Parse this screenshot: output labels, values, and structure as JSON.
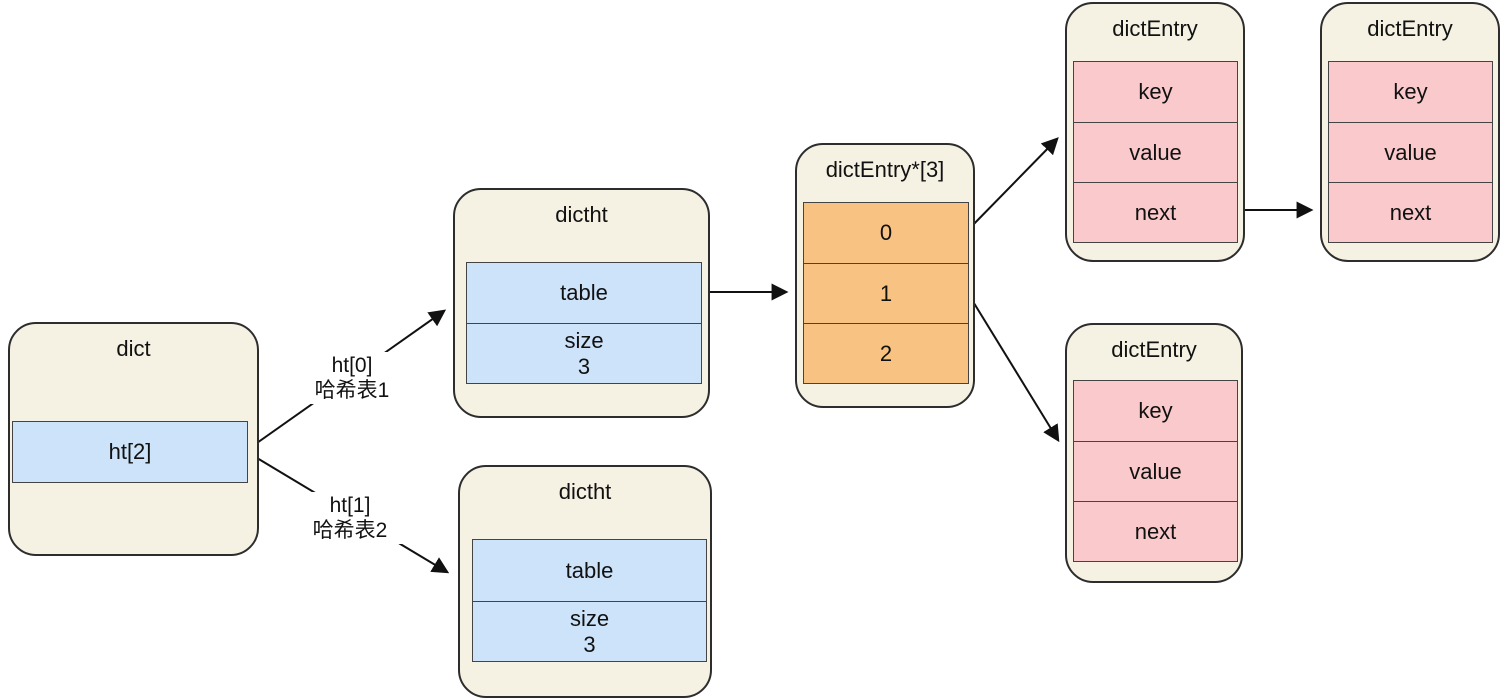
{
  "diagram": {
    "background": "#ffffff",
    "colors": {
      "node_fill": "#f5f1e3",
      "node_stroke": "#2d2d2d",
      "blue_fill": "#cde3fa",
      "orange_fill": "#f8c283",
      "pink_fill": "#f9c9cc",
      "cell_stroke": "#444444",
      "arrow": "#111111",
      "text": "#111111"
    },
    "nodes": {
      "dict": {
        "title": "dict",
        "field": "ht[2]"
      },
      "dictht_top": {
        "title": "dictht",
        "table_label": "table",
        "size_label": "size",
        "size_value": "3"
      },
      "dictht_bottom": {
        "title": "dictht",
        "table_label": "table",
        "size_label": "size",
        "size_value": "3"
      },
      "bucket_array": {
        "title": "dictEntry*[3]",
        "slots": [
          "0",
          "1",
          "2"
        ]
      },
      "entry_top_first": {
        "title": "dictEntry",
        "fields": [
          "key",
          "value",
          "next"
        ]
      },
      "entry_top_second": {
        "title": "dictEntry",
        "fields": [
          "key",
          "value",
          "next"
        ]
      },
      "entry_bottom": {
        "title": "dictEntry",
        "fields": [
          "key",
          "value",
          "next"
        ]
      }
    },
    "edge_labels": {
      "ht0": {
        "line1": "ht[0]",
        "line2": "哈希表1"
      },
      "ht1": {
        "line1": "ht[1]",
        "line2": "哈希表2"
      }
    }
  }
}
